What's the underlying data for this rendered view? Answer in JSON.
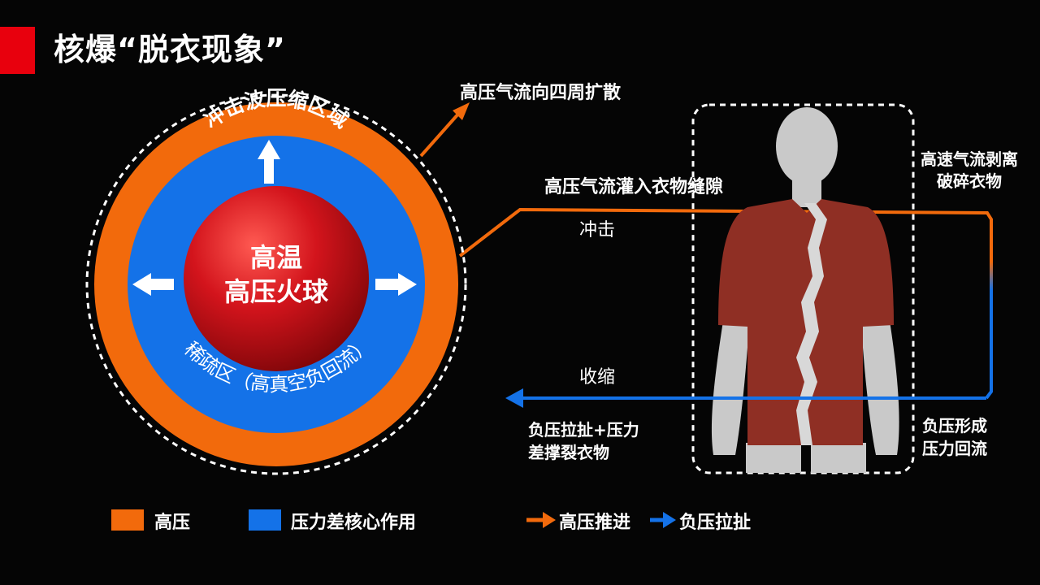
{
  "title": "核爆“脱衣现象”",
  "colors": {
    "accent_red": "#e8000d",
    "high_pressure": "#f26a0c",
    "negative_pressure": "#1472e8",
    "fireball": "#c8121a",
    "shirt": "#8f2f24",
    "body": "#c9c9c9"
  },
  "fireball": {
    "line1": "高温",
    "line2": "高压火球"
  },
  "rings": {
    "outer_label": "冲击波压缩区域",
    "inner_label": "稀疏区（高真空负回流）"
  },
  "annotations": {
    "spread": "高压气流向四周扩散",
    "inject": "高压气流灌入衣物缝隙",
    "impact": "冲击",
    "contract": "收缩",
    "strip_line1": "高速气流剥离",
    "strip_line2": "破碎衣物",
    "tear_line1": "负压拉扯+压力",
    "tear_line2": "差撑裂衣物",
    "backflow_line1": "负压形成",
    "backflow_line2": "压力回流"
  },
  "legend": {
    "high": "高压",
    "core": "压力差核心作用",
    "push": "高压推进",
    "pull": "负压拉扯"
  }
}
